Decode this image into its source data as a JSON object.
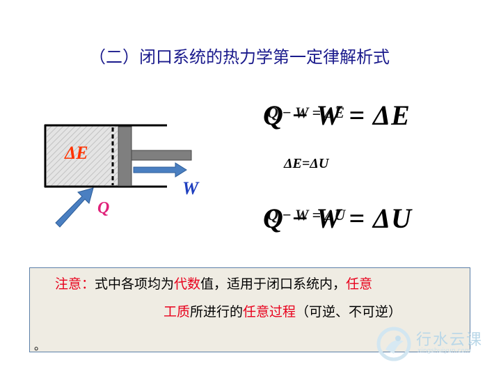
{
  "title": "（二）闭口系统的热力学第一定律解析式",
  "diagram": {
    "delta_e_label": "ΔE",
    "w_label": "W",
    "q_label": "Q"
  },
  "equations": {
    "eq1": "Q − W = ΔE",
    "eq1_overlay": "Q − W = ΔE",
    "middle": "ΔE=ΔU",
    "eq2": "Q − W = ΔU",
    "eq2_overlay": "Q − W = ΔU"
  },
  "note": {
    "label": "注意：",
    "text_a": "式中各项均为",
    "red_a": "代数",
    "text_b": "值，适用于闭口系统内，",
    "red_b": "任意",
    "red_c": "工质",
    "text_c": "所进行的",
    "red_d": "任意过程",
    "text_d": "（可逆、不可逆）",
    "text_e": "。"
  },
  "logo": {
    "name": "行水云课",
    "url": "xingshuiyun.com"
  },
  "colors": {
    "title": "#1a1a8c",
    "note_red": "#e8001c",
    "note_bg": "#efece3",
    "arrow_blue": "#4a7fc1",
    "w_color": "#1f3fbf",
    "q_color": "#e0227a"
  }
}
